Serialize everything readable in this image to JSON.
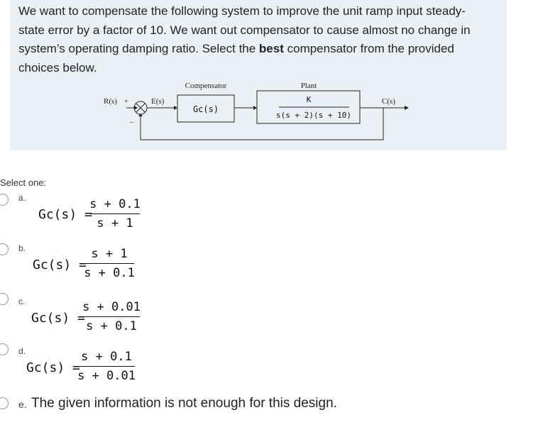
{
  "question": {
    "line1": "We want to compensate the following system to improve the unit ramp input steady-",
    "line2": "state error by a factor of 10. We want out compensator to cause almost no change in",
    "line3_pre": "system’s operating damping ratio. Select the ",
    "line3_bold": "best",
    "line3_post": " compensator from the provided",
    "line4": "choices below."
  },
  "diagram": {
    "compensator_label": "Compensator",
    "plant_label": "Plant",
    "input": "R(s)",
    "error": "E(s)",
    "output": "C(s)",
    "plus": "+",
    "minus": "–",
    "compensator_tf": "Gc(s)",
    "plant_num": "K",
    "plant_den": "s(s + 2)(s + 10)"
  },
  "select_one": "Select one:",
  "options": [
    {
      "letter": "a.",
      "lhs": "Gc(s) =",
      "num": "s + 0.1",
      "den": "s + 1"
    },
    {
      "letter": "b.",
      "lhs": "Gc(s) =",
      "num": "s + 1",
      "den": "s + 0.1"
    },
    {
      "letter": "c.",
      "lhs": "Gc(s) =",
      "num": "s + 0.01",
      "den": "s + 0.1"
    },
    {
      "letter": "d.",
      "lhs": "Gc(s) =",
      "num": "s + 0.1",
      "den": "s + 0.01"
    },
    {
      "letter": "e.",
      "text": "The given information is not enough for this design."
    }
  ]
}
